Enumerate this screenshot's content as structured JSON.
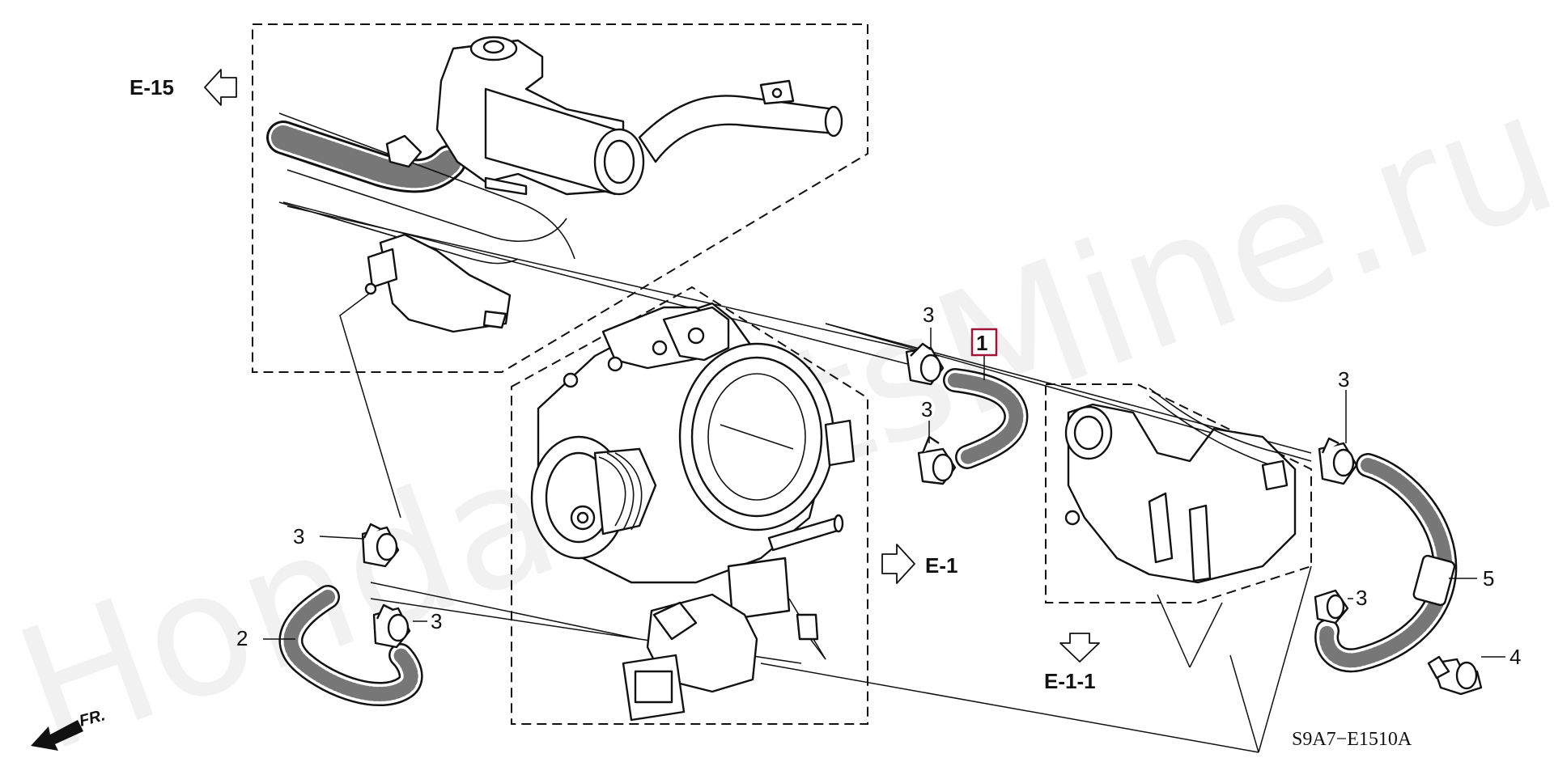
{
  "watermark": "HondaPartsMine.ru",
  "refs": {
    "e15": "E-15",
    "e1": "E-1",
    "e11": "E-1-1"
  },
  "callouts": {
    "n1": "1",
    "n2": "2",
    "n3": "3",
    "n4": "4",
    "n5": "5"
  },
  "front_label": "FR.",
  "diagram_code": "S9A7−E1510A",
  "colors": {
    "highlight_box": "#a0143c",
    "ink": "#111111"
  },
  "icons": {
    "ref_arrow_left": "hollow-arrow-left-icon",
    "ref_arrow_right": "hollow-arrow-right-icon",
    "ref_arrow_down": "hollow-arrow-down-icon",
    "front_arrow": "front-direction-arrow-icon"
  }
}
